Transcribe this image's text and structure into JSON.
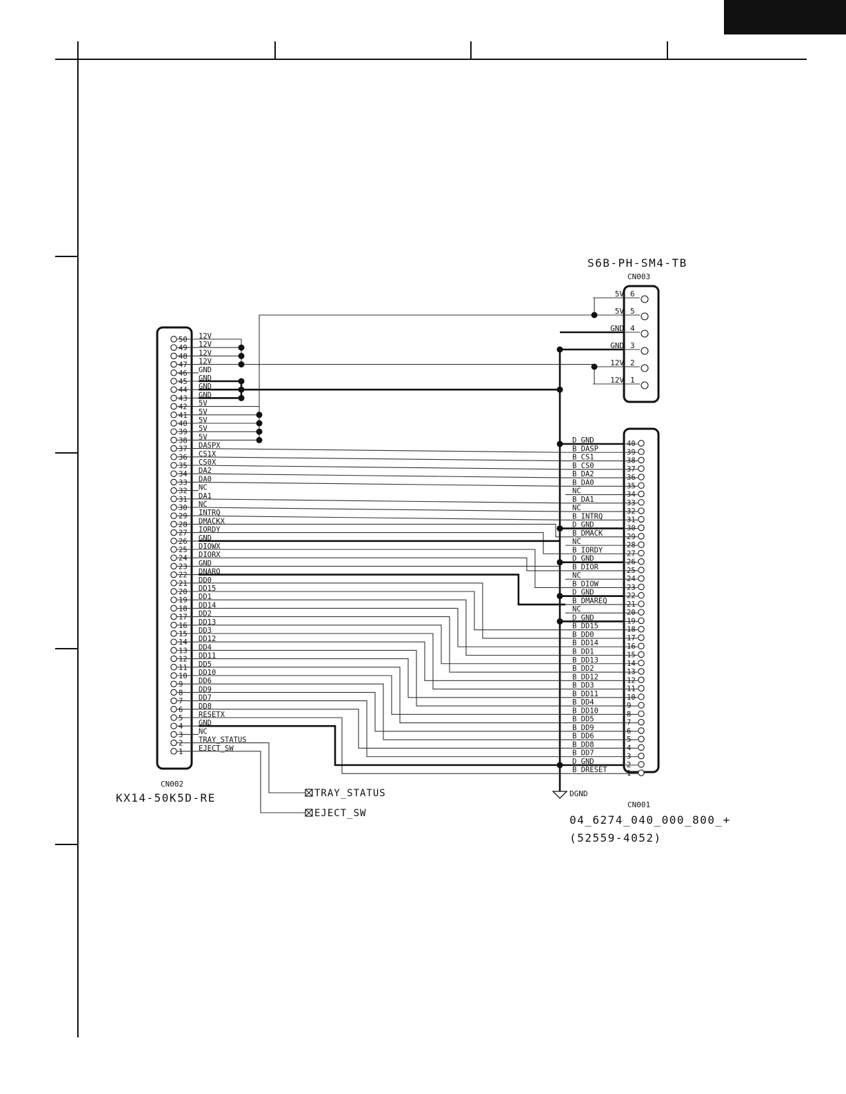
{
  "cn003": {
    "part_number": "S6B-PH-SM4-TB",
    "ref": "CN003",
    "pins": [
      {
        "num": "6",
        "name": "5V"
      },
      {
        "num": "5",
        "name": "5V"
      },
      {
        "num": "4",
        "name": "GND"
      },
      {
        "num": "3",
        "name": "GND"
      },
      {
        "num": "2",
        "name": "12V"
      },
      {
        "num": "1",
        "name": "12V"
      }
    ]
  },
  "cn002": {
    "ref": "CN002",
    "part_number": "KX14-50K5D-RE",
    "pins": [
      {
        "num": "50",
        "name": "12V"
      },
      {
        "num": "49",
        "name": "12V"
      },
      {
        "num": "48",
        "name": "12V"
      },
      {
        "num": "47",
        "name": "12V"
      },
      {
        "num": "46",
        "name": "GND"
      },
      {
        "num": "45",
        "name": "GND"
      },
      {
        "num": "44",
        "name": "GND"
      },
      {
        "num": "43",
        "name": "GND"
      },
      {
        "num": "42",
        "name": "5V"
      },
      {
        "num": "41",
        "name": "5V"
      },
      {
        "num": "40",
        "name": "5V"
      },
      {
        "num": "39",
        "name": "5V"
      },
      {
        "num": "38",
        "name": "5V"
      },
      {
        "num": "37",
        "name": "DASPX"
      },
      {
        "num": "36",
        "name": "CS1X"
      },
      {
        "num": "35",
        "name": "CS0X"
      },
      {
        "num": "34",
        "name": "DA2"
      },
      {
        "num": "33",
        "name": "DA0"
      },
      {
        "num": "32",
        "name": "NC"
      },
      {
        "num": "31",
        "name": "DA1"
      },
      {
        "num": "30",
        "name": "NC"
      },
      {
        "num": "29",
        "name": "INTRQ"
      },
      {
        "num": "28",
        "name": "DMACKX"
      },
      {
        "num": "27",
        "name": "IORDY"
      },
      {
        "num": "26",
        "name": "GND"
      },
      {
        "num": "25",
        "name": "DIOWX"
      },
      {
        "num": "24",
        "name": "DIORX"
      },
      {
        "num": "23",
        "name": "GND"
      },
      {
        "num": "22",
        "name": "DNARQ"
      },
      {
        "num": "21",
        "name": "DD0"
      },
      {
        "num": "20",
        "name": "DD15"
      },
      {
        "num": "19",
        "name": "DD1"
      },
      {
        "num": "18",
        "name": "DD14"
      },
      {
        "num": "17",
        "name": "DD2"
      },
      {
        "num": "16",
        "name": "DD13"
      },
      {
        "num": "15",
        "name": "DD3"
      },
      {
        "num": "14",
        "name": "DD12"
      },
      {
        "num": "13",
        "name": "DD4"
      },
      {
        "num": "12",
        "name": "DD11"
      },
      {
        "num": "11",
        "name": "DD5"
      },
      {
        "num": "10",
        "name": "DD10"
      },
      {
        "num": "9",
        "name": "DD6"
      },
      {
        "num": "8",
        "name": "DD9"
      },
      {
        "num": "7",
        "name": "DD7"
      },
      {
        "num": "6",
        "name": "DD8"
      },
      {
        "num": "5",
        "name": "RESETX"
      },
      {
        "num": "4",
        "name": "GND"
      },
      {
        "num": "3",
        "name": "NC"
      },
      {
        "num": "2",
        "name": "TRAY_STATUS"
      },
      {
        "num": "1",
        "name": "EJECT_SW"
      }
    ]
  },
  "cn001": {
    "ref": "CN001",
    "part_number": "04_6274_040_000_800_+",
    "alt_part_number": "(52559-4052)",
    "pins": [
      {
        "num": "40",
        "name": "D_GND"
      },
      {
        "num": "39",
        "name": "B_DASP"
      },
      {
        "num": "38",
        "name": "B_CS1"
      },
      {
        "num": "37",
        "name": "B_CS0"
      },
      {
        "num": "36",
        "name": "B_DA2"
      },
      {
        "num": "35",
        "name": "B_DA0"
      },
      {
        "num": "34",
        "name": "NC"
      },
      {
        "num": "33",
        "name": "B_DA1"
      },
      {
        "num": "32",
        "name": "NC"
      },
      {
        "num": "31",
        "name": "B_INTRQ"
      },
      {
        "num": "30",
        "name": "D_GND"
      },
      {
        "num": "29",
        "name": "B_DMACK"
      },
      {
        "num": "28",
        "name": "NC"
      },
      {
        "num": "27",
        "name": "B_IORDY"
      },
      {
        "num": "26",
        "name": "D_GND"
      },
      {
        "num": "25",
        "name": "B_DIOR"
      },
      {
        "num": "24",
        "name": "NC"
      },
      {
        "num": "23",
        "name": "B_DIOW"
      },
      {
        "num": "22",
        "name": "D_GND"
      },
      {
        "num": "21",
        "name": "B_DMAREQ"
      },
      {
        "num": "20",
        "name": "NC"
      },
      {
        "num": "19",
        "name": "D_GND"
      },
      {
        "num": "18",
        "name": "B_DD15"
      },
      {
        "num": "17",
        "name": "B_DD0"
      },
      {
        "num": "16",
        "name": "B_DD14"
      },
      {
        "num": "15",
        "name": "B_DD1"
      },
      {
        "num": "14",
        "name": "B_DD13"
      },
      {
        "num": "13",
        "name": "B_DD2"
      },
      {
        "num": "12",
        "name": "B_DD12"
      },
      {
        "num": "11",
        "name": "B_DD3"
      },
      {
        "num": "10",
        "name": "B_DD11"
      },
      {
        "num": "9",
        "name": "B_DD4"
      },
      {
        "num": "8",
        "name": "B_DD10"
      },
      {
        "num": "7",
        "name": "B_DD5"
      },
      {
        "num": "6",
        "name": "B_DD9"
      },
      {
        "num": "5",
        "name": "B_DD6"
      },
      {
        "num": "4",
        "name": "B_DD8"
      },
      {
        "num": "3",
        "name": "B_DD7"
      },
      {
        "num": "2",
        "name": "D_GND"
      },
      {
        "num": "1",
        "name": "B_DRESET"
      }
    ]
  },
  "ground": {
    "label": "DGND"
  },
  "switches": {
    "tray_status": "TRAY_STATUS",
    "eject_sw": "EJECT_SW"
  }
}
